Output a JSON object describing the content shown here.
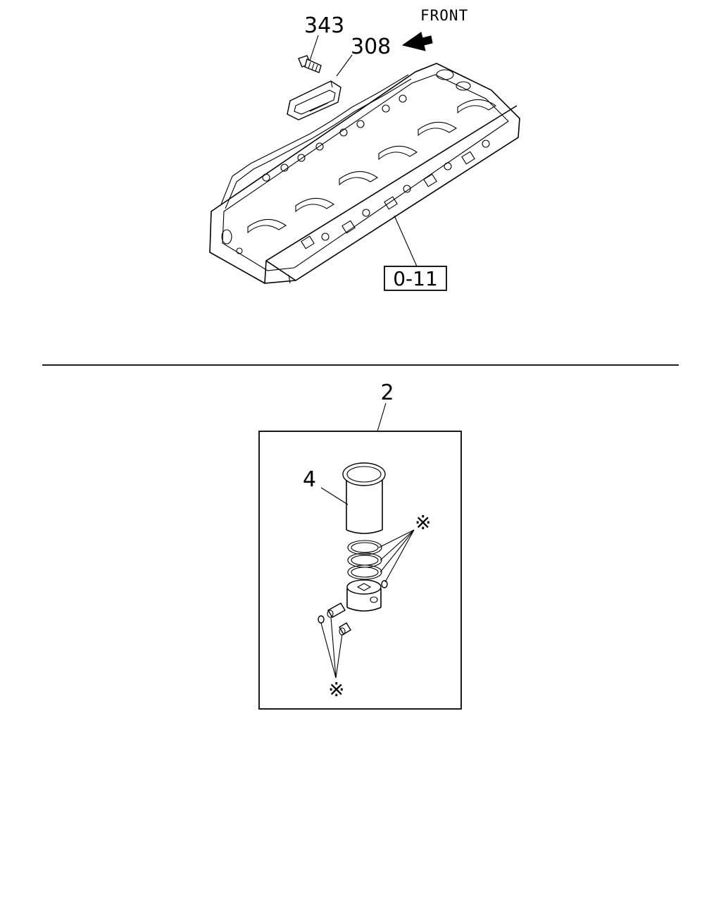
{
  "upper_view": {
    "direction_label": "FRONT",
    "callouts": [
      {
        "id": "343"
      },
      {
        "id": "308"
      }
    ],
    "reference_box": "0-11"
  },
  "lower_view": {
    "kit_callout": "2",
    "part_callout": "4",
    "kit_marks": [
      "※",
      "※"
    ]
  }
}
